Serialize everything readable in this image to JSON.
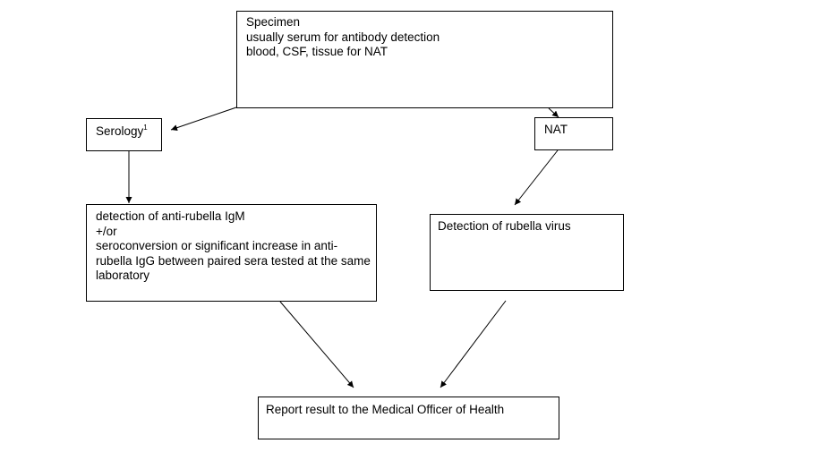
{
  "specimen": {
    "title": "Specimen",
    "line1": "usually serum for antibody detection",
    "line2": "blood, CSF, tissue for NAT"
  },
  "serology": {
    "label": "Serology",
    "footnote_mark": "1"
  },
  "nat": {
    "label": "NAT"
  },
  "serology_detail": {
    "line1": "detection of anti-rubella IgM",
    "line2": "+/or",
    "line3": "seroconversion or significant increase in anti-rubella IgG between paired sera tested at the same laboratory"
  },
  "rubella_detection": {
    "label": "Detection of rubella virus"
  },
  "report": {
    "label": "Report result to the Medical Officer of Health"
  }
}
